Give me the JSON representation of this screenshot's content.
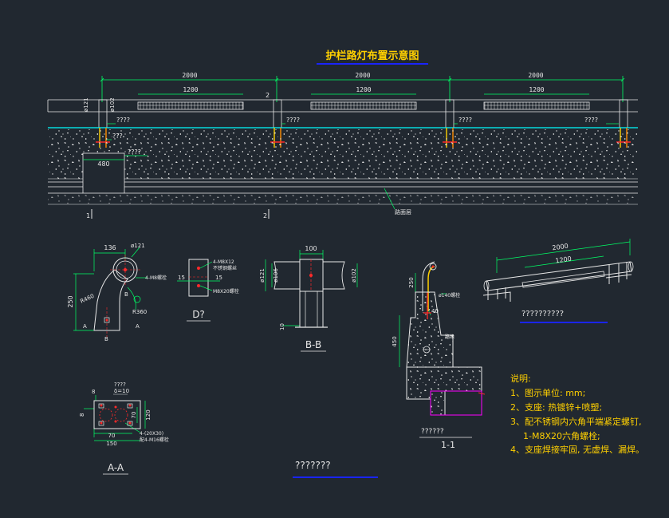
{
  "title": "护栏路灯布置示意图",
  "colors": {
    "background": "#212830",
    "structure": "#e8e8e8",
    "dimension": "#00ff66",
    "text": "#e6e6e6",
    "cyan": "#00ffff",
    "red": "#ff2a2a",
    "yellow": "#ffd000",
    "magenta": "#ff00ff",
    "blue": "#1a24ff",
    "orange": "#ff8c00"
  },
  "elevation": {
    "span_labels": [
      "2000",
      "2000",
      "2000"
    ],
    "light_labels": [
      "1200",
      "1200",
      "1200"
    ],
    "post_dia": "ø121",
    "post_dia2": "ø102",
    "q1": "????",
    "q2": "????",
    "q3": "????",
    "q4": "????",
    "q5": "???",
    "q6": "????",
    "width_label": "480",
    "section1": "1",
    "section2": "2",
    "road_label": "路面层"
  },
  "views": {
    "profile": {
      "w136": "136",
      "dia": "ø121",
      "bolt": "4-M8螺栓",
      "h250": "250",
      "r460": "R460",
      "r360": "R360",
      "a": "A",
      "b": "B"
    },
    "detail_d": {
      "name": "D?",
      "l1": "4-M8X12",
      "l2": "不锈钢螺丝",
      "l3": "M8X20螺栓",
      "d15a": "15",
      "d15b": "15"
    },
    "bb": {
      "name": "B-B",
      "w100": "100",
      "d121": "ø121",
      "d106": "ø106",
      "d102": "ø102",
      "d10": "10"
    },
    "aa": {
      "name": "A-A",
      "plate": "????",
      "t10": "δ=10",
      "d8a": "8",
      "d8b": "8",
      "d70h": "70",
      "d120": "120",
      "d70w": "70",
      "d150": "150",
      "holes": "4-(20X30)",
      "bolt": "配4-M16螺栓"
    },
    "section11": {
      "caption": "??????",
      "name": "1-1",
      "d250": "250",
      "d40": "40",
      "d450": "450",
      "l1": "ø140螺栓",
      "l2": "路缘"
    },
    "iso_caption": "??????????",
    "iso_2000": "2000",
    "iso_1200": "1200",
    "bottom_caption": "???????"
  },
  "notes": {
    "heading": "说明:",
    "items": [
      "1、图示单位: mm;",
      "2、支座: 热镀锌+喷塑;",
      "3、配不锈钢内六角平端紧定螺钉,",
      "1-M8X20六角螺栓;",
      "4、支座焊接牢固, 无虚焊、漏焊。"
    ]
  }
}
